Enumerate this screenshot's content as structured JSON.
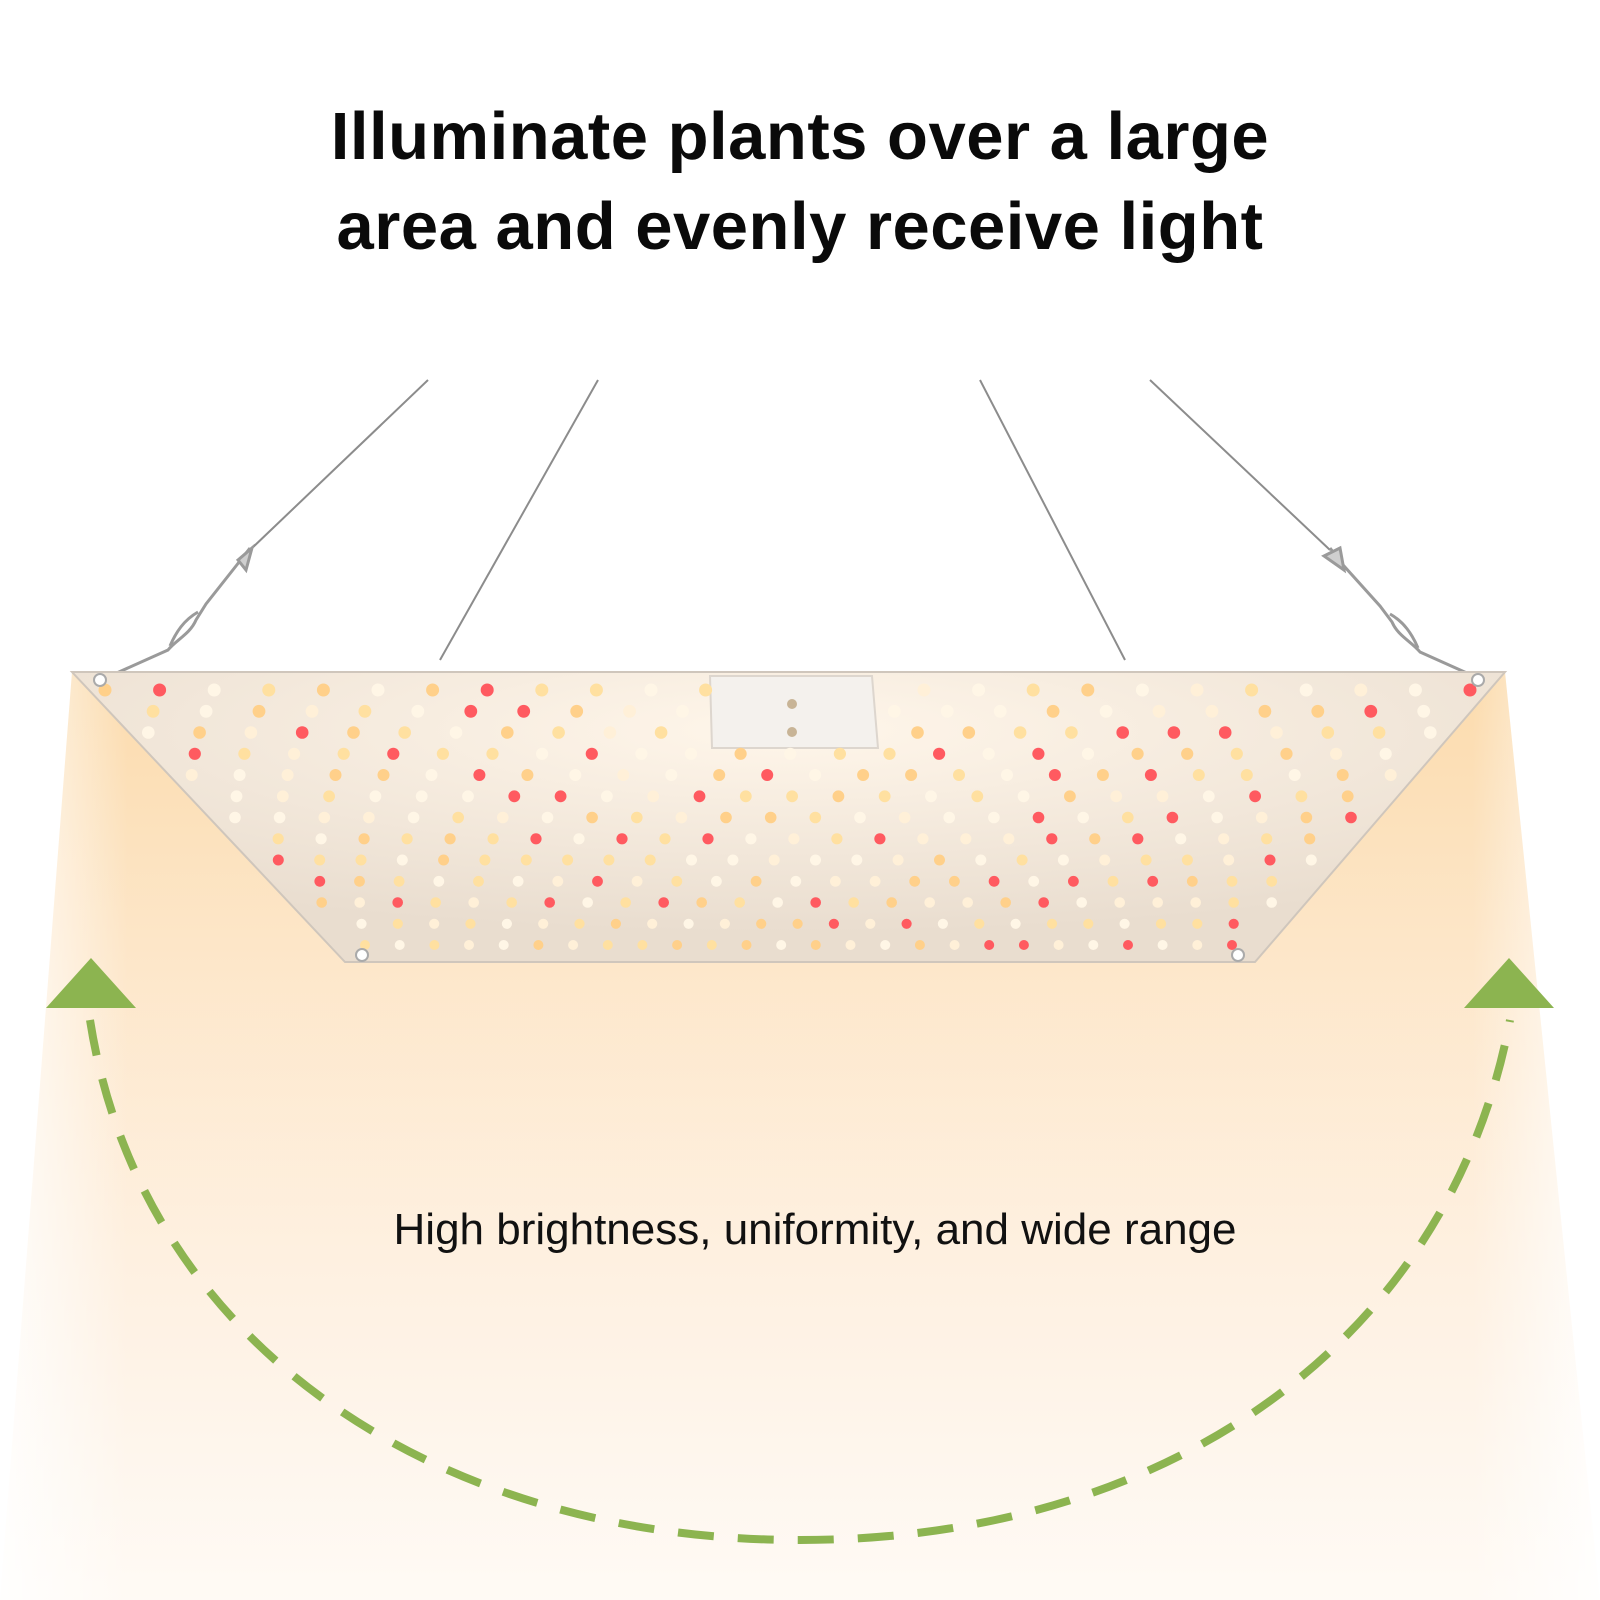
{
  "headline": {
    "line1": "Illuminate plants over a large",
    "line2": "area and evenly receive light"
  },
  "caption": "High brightness, uniformity, and wide range",
  "colors": {
    "glow": "#fde6c8",
    "panel": "#e8e1da",
    "led_warm": "#ffe0a0",
    "led_white": "#fff6e6",
    "led_red": "#ff5a60",
    "arrow": "#8cb450",
    "text": "#0a0a0a"
  },
  "icons": {
    "left_arrow": "triangle-up-icon",
    "right_arrow": "triangle-up-icon"
  }
}
